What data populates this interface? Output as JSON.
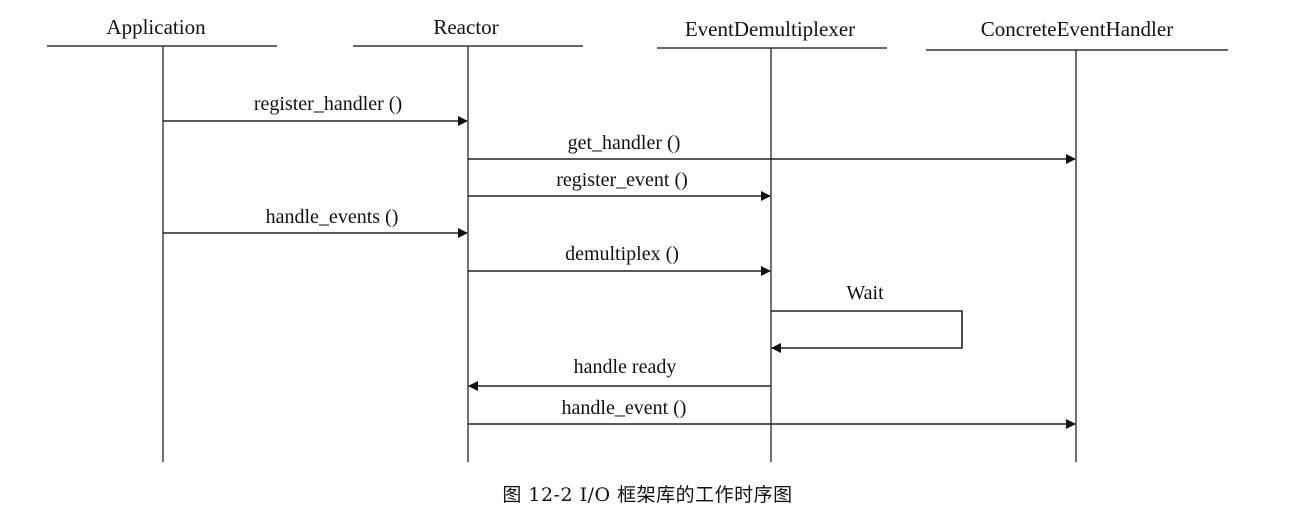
{
  "participants": [
    {
      "id": "app",
      "name": "Application"
    },
    {
      "id": "reactor",
      "name": "Reactor"
    },
    {
      "id": "demux",
      "name": "EventDemultiplexer"
    },
    {
      "id": "handler",
      "name": "ConcreteEventHandler"
    }
  ],
  "messages": [
    {
      "from": "app",
      "to": "reactor",
      "label": "register_handler ()"
    },
    {
      "from": "reactor",
      "to": "handler",
      "label": "get_handler ()"
    },
    {
      "from": "reactor",
      "to": "demux",
      "label": "register_event ()"
    },
    {
      "from": "app",
      "to": "reactor",
      "label": "handle_events ()"
    },
    {
      "from": "reactor",
      "to": "demux",
      "label": "demultiplex ()"
    },
    {
      "from": "demux",
      "to": "demux",
      "label": "Wait",
      "self": true
    },
    {
      "from": "demux",
      "to": "reactor",
      "label": "handle ready"
    },
    {
      "from": "reactor",
      "to": "handler",
      "label": "handle_event ()"
    }
  ],
  "caption": "图 12-2   I/O 框架库的工作时序图"
}
